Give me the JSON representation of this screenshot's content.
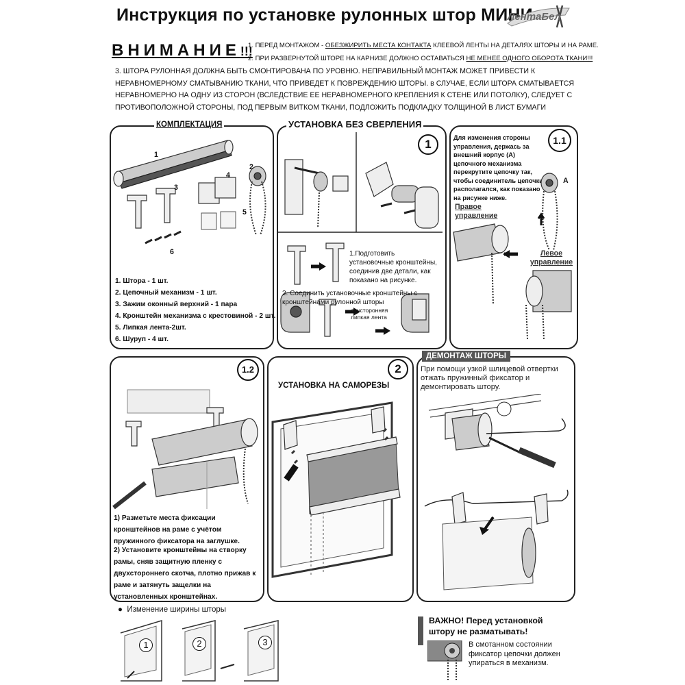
{
  "header": {
    "title": "Инструкция по установке рулонных штор МИНИ",
    "brand": "ЛентаБел"
  },
  "warning": {
    "word": "ВНИМАНИЕ",
    "exclaim": "!!!",
    "line1_prefix": "1. ПЕРЕД МОНТАЖОМ - ",
    "line1_underlined": "ОБЕЗЖИРИТЬ МЕСТА КОНТАКТА",
    "line1_suffix": " КЛЕЕВОЙ ЛЕНТЫ НА ДЕТАЛЯХ ШТОРЫ И НА РАМЕ.",
    "line2_prefix": "2. ПРИ РАЗВЕРНУТОЙ ШТОРЕ НА КАРНИЗЕ ДОЛЖНО ОСТАВАТЬСЯ ",
    "line2_underlined": "НЕ МЕНЕЕ ОДНОГО ОБОРОТА ТКАНИ!!!",
    "para3": "3. ШТОРА РУЛОННАЯ ДОЛЖНА БЫТЬ СМОНТИРОВАНА ПО УРОВНЮ. НЕПРАВИЛЬНЫЙ МОНТАЖ МОЖЕТ ПРИВЕСТИ К НЕРАВНОМЕРНОМУ СМАТЫВАНИЮ ТКАНИ, ЧТО ПРИВЕДЕТ К ПОВРЕЖДЕНИЮ ШТОРЫ. в СЛУЧАЕ, ЕСЛИ ШТОРА СМАТЫВАЕТСЯ НЕРАВНОМЕРНО НА ОДНУ ИЗ СТОРОН (ВСЛЕДСТВИЕ ЕЕ НЕРАВНОМЕРНОГО КРЕПЛЕНИЯ К СТЕНЕ ИЛИ ПОТОЛКУ), СЛЕДУЕТ С ПРОТИВОПОЛОЖНОЙ СТОРОНЫ, ПОД ПЕРВЫМ ВИТКОМ ТКАНИ, ПОДЛОЖИТЬ ПОДКЛАДКУ ТОЛЩИНОЙ В ЛИСТ БУМАГИ"
  },
  "kit": {
    "header": "КОМПЛЕКТАЦИЯ",
    "labels": [
      "1",
      "2",
      "3",
      "4",
      "5",
      "6"
    ],
    "items": [
      "1. Штора - 1 шт.",
      "2. Цепочный механизм - 1 шт.",
      "3. Зажим оконный верхний - 1 пара",
      "4. Кронштейн механизма с крестовиной - 2 шт.",
      "5. Липкая лента-2шт.",
      "6. Шуруп - 4 шт."
    ]
  },
  "no_drill": {
    "header": "УСТАНОВКА БЕЗ СВЕРЛЕНИЯ",
    "step_num": "1",
    "step1": "1.Подготовить установочные кронштейны, соединив две детали, как показано на рисунке.",
    "step2": "2. Соединить установочные кронштейны с кронштейнами рулонной шторы",
    "tape_label": "двусторонняя липкая лента"
  },
  "side_change": {
    "num": "1.1",
    "text": "Для изменения стороны управления, держась за внешний корпус (А) цепочного механизма перекрутите цепочку так, чтобы соединитель цепочки располагался, как показано на рисунке ниже.",
    "label_a": "A",
    "right": "Правое управление",
    "left": "Левое управление"
  },
  "frame": {
    "num": "1.2",
    "text1": "1) Разметьте места фиксации кронштейнов на раме с учётом пружинного фиксатора на заглушке.",
    "text2": "2) Установите кронштейны на створку рамы, сняв защитную пленку с двухстороннего скотча, плотно прижав к раме и затянуть защелки на установленных кронштейнах."
  },
  "screws": {
    "num": "2",
    "header": "УСТАНОВКА НА САМОРЕЗЫ"
  },
  "dismount": {
    "header": "ДЕМОНТАЖ ШТОРЫ",
    "text": "При помощи узкой шлицевой отвертки отжать пружинный фиксатор и демонтировать штору."
  },
  "width": {
    "bullet": "●",
    "text": "Изменение ширины шторы",
    "steps": [
      "1",
      "2",
      "3"
    ]
  },
  "important": {
    "title": "ВАЖНО!  Перед установкой штору не разматывать!",
    "text": "В смотанном состоянии фиксатор цепочки должен упираться в механизм."
  }
}
